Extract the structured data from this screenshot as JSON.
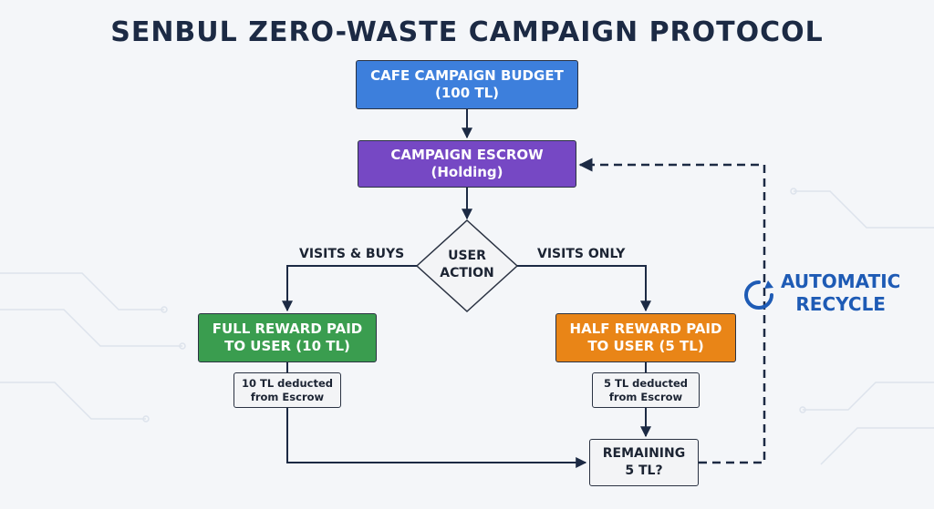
{
  "title": "SENBUL ZERO-WASTE CAMPAIGN PROTOCOL",
  "nodes": {
    "budget": {
      "line1": "CAFE CAMPAIGN BUDGET",
      "line2": "(100 TL)"
    },
    "escrow": {
      "line1": "CAMPAIGN ESCROW",
      "line2": "(Holding)"
    },
    "decision": {
      "line1": "USER",
      "line2": "ACTION"
    },
    "full_reward": {
      "line1": "FULL REWARD PAID",
      "line2": "TO USER (10 TL)"
    },
    "half_reward": {
      "line1": "HALF REWARD PAID",
      "line2": "TO USER (5 TL)"
    },
    "full_note": {
      "line1": "10 TL deducted",
      "line2": "from Escrow"
    },
    "half_note": {
      "line1": "5 TL deducted",
      "line2": "from Escrow"
    },
    "remaining": {
      "line1": "REMAINING",
      "line2": "5 TL?"
    }
  },
  "edges": {
    "left_label": "VISITS & BUYS",
    "right_label": "VISITS ONLY",
    "recycle_line1": "AUTOMATIC",
    "recycle_line2": "RECYCLE"
  },
  "colors": {
    "budget": "#3d7fdc",
    "escrow": "#7648c4",
    "full_reward": "#3a9d4f",
    "half_reward": "#e98517",
    "recycle": "#1e5bb5",
    "line": "#1c2a44"
  },
  "icons": {
    "recycle": "recycle-icon"
  }
}
